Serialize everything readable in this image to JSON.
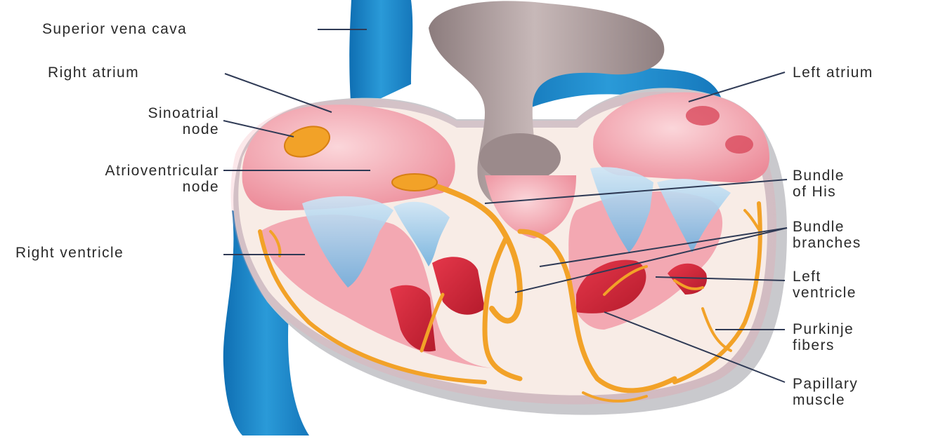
{
  "labels": {
    "superior_vena_cava": "Superior vena cava",
    "right_atrium": "Right atrium",
    "sinoatrial_node": [
      "Sinoatrial",
      "node"
    ],
    "atrioventricular_node": [
      "Atrioventricular",
      "node"
    ],
    "right_ventricle": "Right ventricle",
    "left_atrium": "Left atrium",
    "bundle_of_his": [
      "Bundle",
      "of His"
    ],
    "bundle_branches": [
      "Bundle",
      "branches"
    ],
    "left_ventricle": [
      "Left",
      "ventricle"
    ],
    "purkinje_fibers": [
      "Purkinje",
      "fibers"
    ],
    "papillary_muscle": [
      "Papillary",
      "muscle"
    ]
  },
  "colors": {
    "vessel_blue": "#1f86c8",
    "aorta_gray": "#a39393",
    "chamber_pink": "#f2a3ad",
    "muscle_red": "#d8283a",
    "conduction_orange": "#f2a228",
    "valve_blue": "#8ec3e6",
    "wall_cream": "#f8ece6",
    "leader_line": "#2f3a55"
  }
}
